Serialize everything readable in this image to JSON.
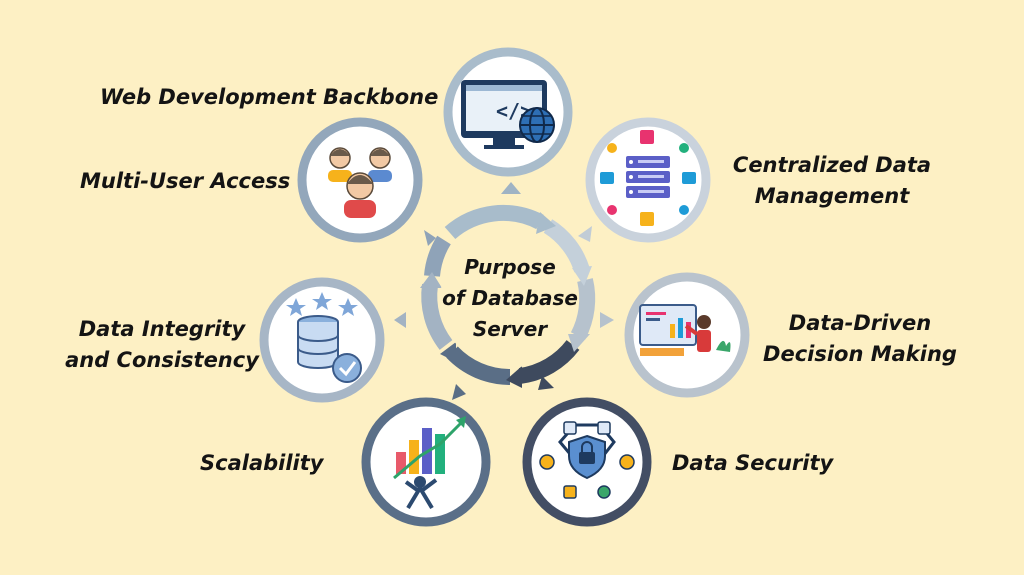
{
  "center": {
    "lines": [
      "Purpose",
      "of Database",
      "Server"
    ]
  },
  "nodes": [
    {
      "id": "web",
      "lines": [
        "Web Development Backbone"
      ],
      "icon": "monitor-code-globe-icon",
      "ring": "#a9bccb"
    },
    {
      "id": "central",
      "lines": [
        "Centralized Data",
        "Management"
      ],
      "icon": "database-server-icon",
      "ring": "#c9d2dc"
    },
    {
      "id": "decision",
      "lines": [
        "Data-Driven",
        "Decision Making"
      ],
      "icon": "analytics-presentation-icon",
      "ring": "#b9c3cd"
    },
    {
      "id": "security",
      "lines": [
        "Data Security"
      ],
      "icon": "security-shield-lock-icon",
      "ring": "#434e64"
    },
    {
      "id": "scalability",
      "lines": [
        "Scalability"
      ],
      "icon": "growth-chart-person-icon",
      "ring": "#5a6f88"
    },
    {
      "id": "integrity",
      "lines": [
        "Data Integrity",
        "and Consistency"
      ],
      "icon": "database-check-stars-icon",
      "ring": "#a7b6c6"
    },
    {
      "id": "multiuser",
      "lines": [
        "Multi-User Access"
      ],
      "icon": "users-group-icon",
      "ring": "#93a7bb"
    }
  ],
  "colors": {
    "background": "#fdf0c4",
    "text": "#141414",
    "arrow": "#8aa0b8"
  }
}
